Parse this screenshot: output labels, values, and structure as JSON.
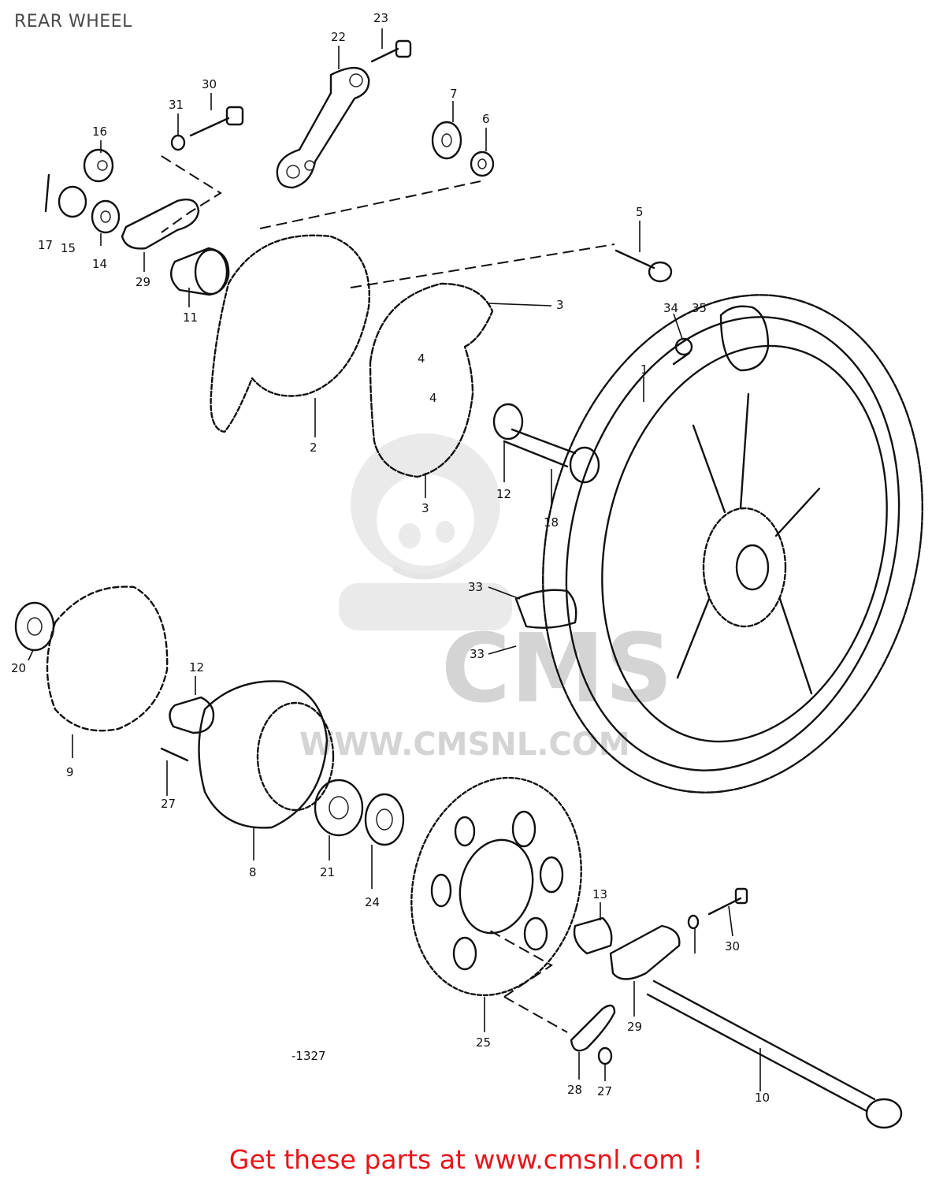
{
  "page": {
    "title": "REAR WHEEL"
  },
  "watermark": {
    "brand": "CMS",
    "url_text": "WWW.CMSNL.COM"
  },
  "footer": {
    "cta": "Get these parts at www.cmsnl.com !"
  },
  "colors": {
    "footer_red": "#e8141b",
    "line_ink": "#111111",
    "watermark_grey": "#d9d9d9"
  },
  "callouts": [
    {
      "id": "c23",
      "label": "23"
    },
    {
      "id": "c22",
      "label": "22"
    },
    {
      "id": "c30a",
      "label": "30"
    },
    {
      "id": "c31",
      "label": "31"
    },
    {
      "id": "c7",
      "label": "7"
    },
    {
      "id": "c6",
      "label": "6"
    },
    {
      "id": "c16",
      "label": "16"
    },
    {
      "id": "c17",
      "label": "17"
    },
    {
      "id": "c15",
      "label": "15"
    },
    {
      "id": "c14",
      "label": "14"
    },
    {
      "id": "c29a",
      "label": "29"
    },
    {
      "id": "c11",
      "label": "11"
    },
    {
      "id": "c5",
      "label": "5"
    },
    {
      "id": "c3a",
      "label": "3"
    },
    {
      "id": "c34",
      "label": "34"
    },
    {
      "id": "c35",
      "label": "35"
    },
    {
      "id": "c1",
      "label": "1"
    },
    {
      "id": "c2",
      "label": "2"
    },
    {
      "id": "c4a",
      "label": "4"
    },
    {
      "id": "c4b",
      "label": "4"
    },
    {
      "id": "c3b",
      "label": "3"
    },
    {
      "id": "c12a",
      "label": "12"
    },
    {
      "id": "c18",
      "label": "18"
    },
    {
      "id": "c33a",
      "label": "33"
    },
    {
      "id": "c33b",
      "label": "33"
    },
    {
      "id": "c20",
      "label": "20"
    },
    {
      "id": "c9",
      "label": "9"
    },
    {
      "id": "c12b",
      "label": "12"
    },
    {
      "id": "c27a",
      "label": "27"
    },
    {
      "id": "c8",
      "label": "8"
    },
    {
      "id": "c21",
      "label": "21"
    },
    {
      "id": "c24",
      "label": "24"
    },
    {
      "id": "c13",
      "label": "13"
    },
    {
      "id": "c30b",
      "label": "30"
    },
    {
      "id": "c29b",
      "label": "29"
    },
    {
      "id": "c25",
      "label": "25"
    },
    {
      "id": "c28",
      "label": "28"
    },
    {
      "id": "c27b",
      "label": "27"
    },
    {
      "id": "c10",
      "label": "10"
    },
    {
      "id": "cnote",
      "label": "-1327"
    }
  ]
}
